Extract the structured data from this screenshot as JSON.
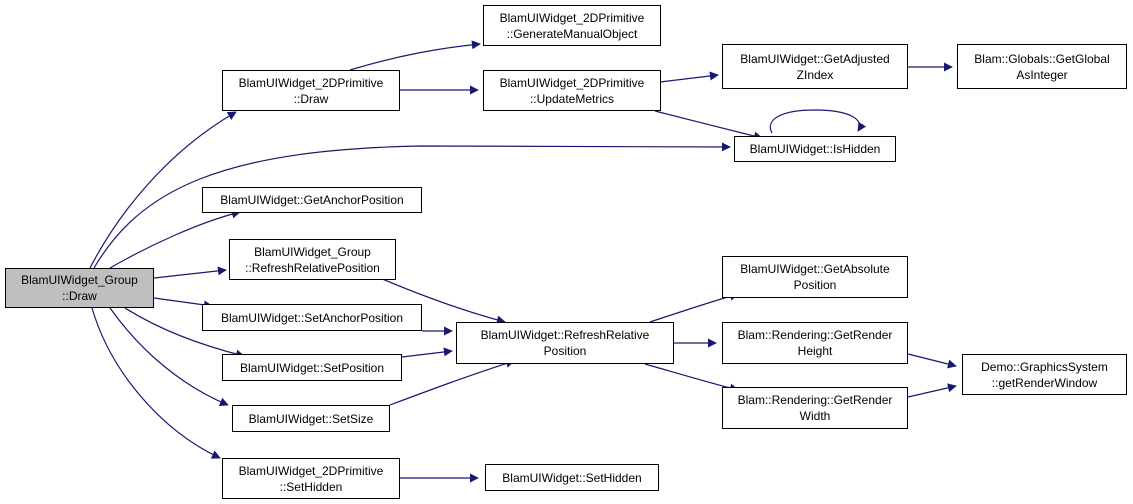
{
  "graph": {
    "nodes": {
      "root": "BlamUIWidget_Group\n::Draw",
      "prim_draw": "BlamUIWidget_2DPrimitive\n::Draw",
      "gen_manual": "BlamUIWidget_2DPrimitive\n::GenerateManualObject",
      "update_metrics": "BlamUIWidget_2DPrimitive\n::UpdateMetrics",
      "get_adj_z": "BlamUIWidget::GetAdjusted\nZIndex",
      "get_global": "Blam::Globals::GetGlobal\nAsInteger",
      "is_hidden": "BlamUIWidget::IsHidden",
      "get_anchor": "BlamUIWidget::GetAnchorPosition",
      "group_refresh": "BlamUIWidget_Group\n::RefreshRelativePosition",
      "set_anchor": "BlamUIWidget::SetAnchorPosition",
      "set_position": "BlamUIWidget::SetPosition",
      "set_size": "BlamUIWidget::SetSize",
      "prim_set_hidden": "BlamUIWidget_2DPrimitive\n::SetHidden",
      "set_hidden": "BlamUIWidget::SetHidden",
      "refresh_rel": "BlamUIWidget::RefreshRelative\nPosition",
      "get_abs": "BlamUIWidget::GetAbsolute\nPosition",
      "render_height": "Blam::Rendering::GetRender\nHeight",
      "render_width": "Blam::Rendering::GetRender\nWidth",
      "render_window": "Demo::GraphicsSystem\n::getRenderWindow"
    },
    "edges": [
      [
        "root",
        "prim_draw"
      ],
      [
        "root",
        "is_hidden"
      ],
      [
        "root",
        "get_anchor"
      ],
      [
        "root",
        "group_refresh"
      ],
      [
        "root",
        "set_anchor"
      ],
      [
        "root",
        "set_position"
      ],
      [
        "root",
        "set_size"
      ],
      [
        "root",
        "prim_set_hidden"
      ],
      [
        "prim_draw",
        "gen_manual"
      ],
      [
        "prim_draw",
        "update_metrics"
      ],
      [
        "update_metrics",
        "get_adj_z"
      ],
      [
        "update_metrics",
        "is_hidden"
      ],
      [
        "get_adj_z",
        "get_global"
      ],
      [
        "is_hidden",
        "is_hidden"
      ],
      [
        "group_refresh",
        "refresh_rel"
      ],
      [
        "set_anchor",
        "refresh_rel"
      ],
      [
        "set_position",
        "refresh_rel"
      ],
      [
        "set_size",
        "refresh_rel"
      ],
      [
        "prim_set_hidden",
        "set_hidden"
      ],
      [
        "refresh_rel",
        "get_abs"
      ],
      [
        "refresh_rel",
        "render_height"
      ],
      [
        "refresh_rel",
        "render_width"
      ],
      [
        "render_height",
        "render_window"
      ],
      [
        "render_width",
        "render_window"
      ]
    ],
    "colors": {
      "edge": "#191970",
      "root_fill": "#bfbfbf",
      "node_fill": "#ffffff",
      "border": "#000000"
    }
  }
}
